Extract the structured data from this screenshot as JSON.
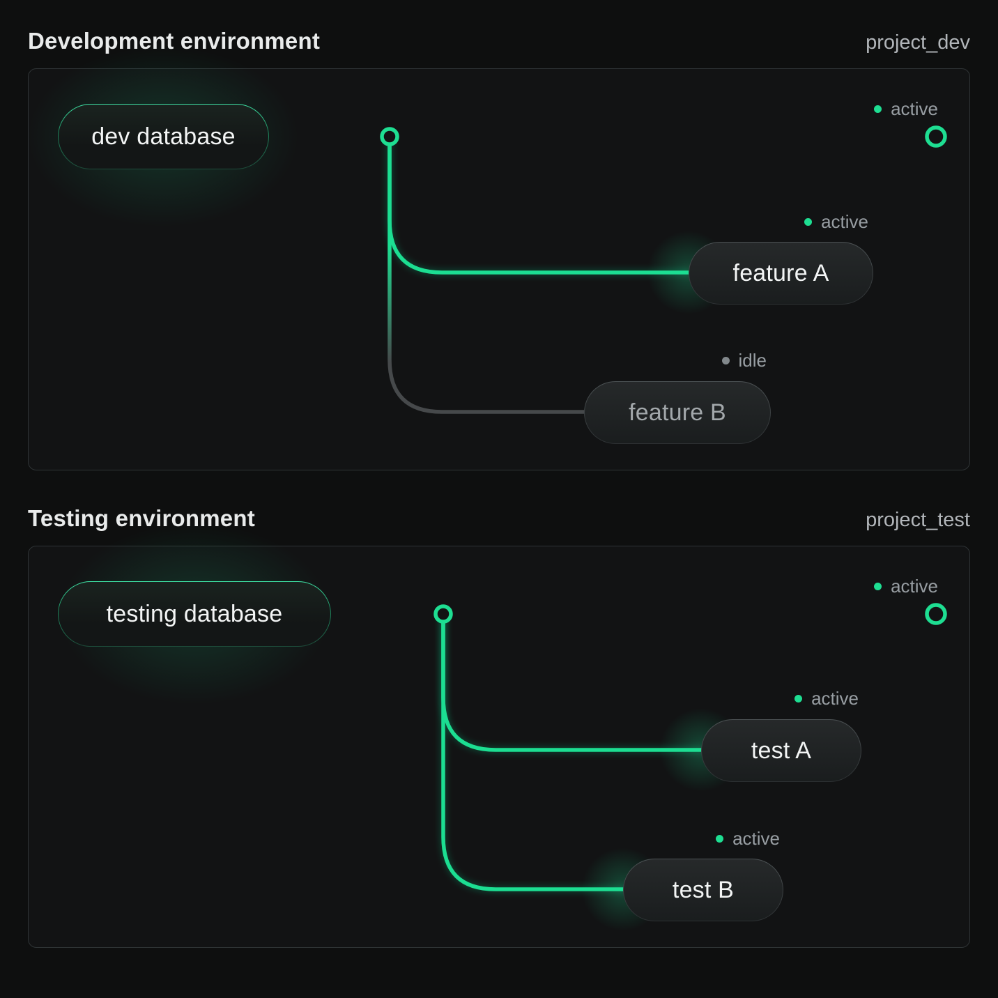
{
  "colors": {
    "background": "#0e0f0f",
    "panel_background": "#121314",
    "panel_border": "#2f3436",
    "accent_green": "#1ede92",
    "idle_line_gray": "#46494b",
    "idle_dot_gray": "#82888c",
    "status_text": "#989ea3",
    "title_text": "#e9ebeb",
    "project_text": "#b2b6ba"
  },
  "sections": [
    {
      "title": "Development environment",
      "project": "project_dev",
      "root": {
        "label": "dev database"
      },
      "main_branch": {
        "status": "active"
      },
      "branches": [
        {
          "label": "feature A",
          "status": "active"
        },
        {
          "label": "feature B",
          "status": "idle"
        }
      ]
    },
    {
      "title": "Testing environment",
      "project": "project_test",
      "root": {
        "label": "testing database"
      },
      "main_branch": {
        "status": "active"
      },
      "branches": [
        {
          "label": "test A",
          "status": "active"
        },
        {
          "label": "test B",
          "status": "active"
        }
      ]
    }
  ]
}
